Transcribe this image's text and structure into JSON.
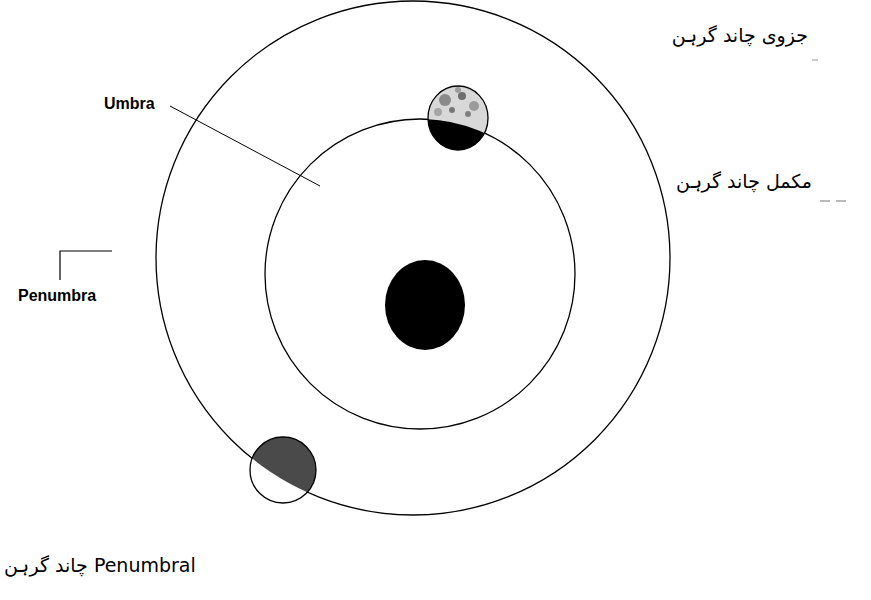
{
  "diagram": {
    "labels": [
      "Umbra",
      "Penumbra",
      "جزوی چاند گرہن",
      "مکمل چاند گرہن",
      "Penumbral چاند گرہن"
    ]
  }
}
